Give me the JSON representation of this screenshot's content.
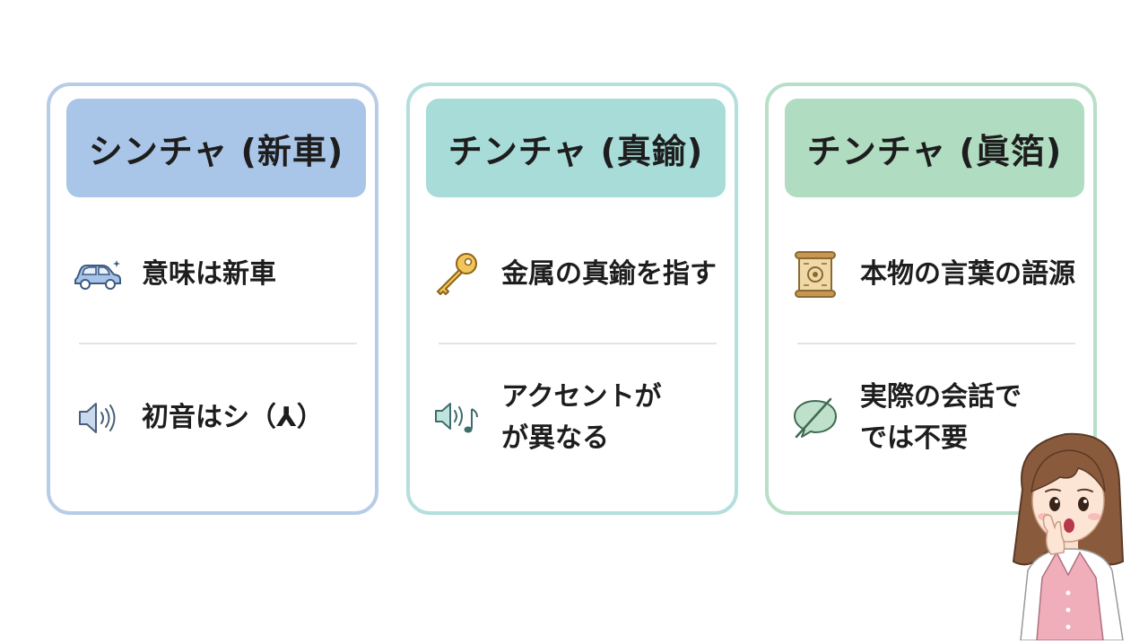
{
  "cards": [
    {
      "title": "シンチャ (新車)",
      "row1": {
        "icon": "car-icon",
        "text": "意味は新車"
      },
      "row2": {
        "icon": "speaker-icon",
        "text": "初音はシ（⅄）"
      }
    },
    {
      "title": "チンチャ (真鍮)",
      "row1": {
        "icon": "key-icon",
        "text": "金属の真鍮を指す"
      },
      "row2": {
        "icon": "speaker-music-icon",
        "text_line1": "アクセントが",
        "text_line2": "が異なる"
      }
    },
    {
      "title": "チンチャ (眞箔)",
      "row1": {
        "icon": "scroll-icon",
        "text": "本物の言葉の語源"
      },
      "row2": {
        "icon": "crossed-speech-bubble-icon",
        "text_line1": "実際の会話で",
        "text_line2": "では不要"
      }
    }
  ],
  "colors": {
    "card0_header": "#a9c5e7",
    "card1_header": "#a7dcd8",
    "card2_header": "#b0dcc1",
    "card0_border": "#b7cce7",
    "card1_border": "#b3dfdc",
    "card2_border": "#b8dfc8"
  }
}
